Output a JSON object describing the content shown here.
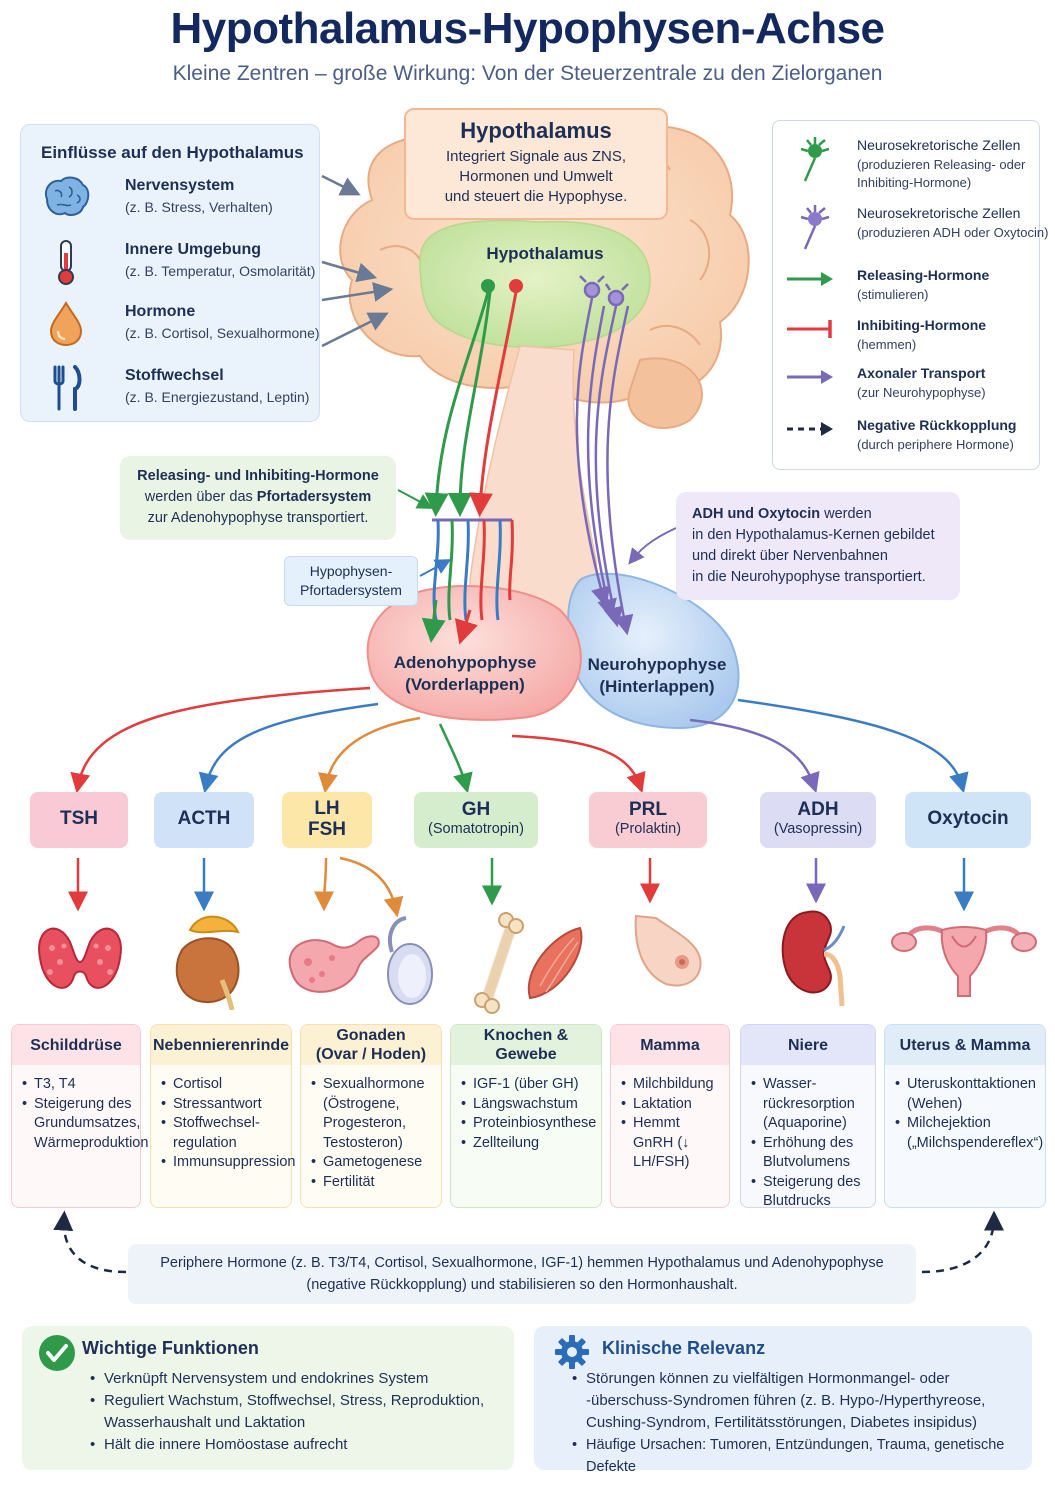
{
  "header": {
    "title": "Hypothalamus-Hypophysen-Achse",
    "subtitle": "Kleine Zentren – große Wirkung: Von der Steuerzentrale zu den Zielorganen"
  },
  "influences": {
    "title": "Einflüsse auf den Hypothalamus",
    "items": [
      {
        "label": "Nervensystem",
        "detail": "(z. B. Stress, Verhalten)",
        "icon": "brain-icon"
      },
      {
        "label": "Innere Umgebung",
        "detail": "(z. B. Temperatur, Osmolarität)",
        "icon": "thermometer-icon"
      },
      {
        "label": "Hormone",
        "detail": "(z. B. Cortisol, Sexualhormone)",
        "icon": "droplet-icon"
      },
      {
        "label": "Stoffwechsel",
        "detail": "(z. B. Energiezustand, Leptin)",
        "icon": "fork-knife-icon"
      }
    ]
  },
  "hypothalamus_box": {
    "title": "Hypothalamus",
    "description_lines": [
      "Integriert Signale aus ZNS,",
      "Hormonen und Umwelt",
      "und steuert die Hypophyse."
    ]
  },
  "brain_label": "Hypothalamus",
  "legend": {
    "items": [
      {
        "label": "Neurosekretorische Zellen",
        "detail": "(produzieren Releasing- oder",
        "detail2": "Inhibiting-Hormone)",
        "icon": "green-neuron-icon"
      },
      {
        "label": "Neurosekretorische Zellen",
        "detail": "(produzieren ADH oder Oxytocin)",
        "icon": "purple-neuron-icon"
      },
      {
        "label": "Releasing-Hormone",
        "detail": "(stimulieren)",
        "icon": "green-arrow-icon"
      },
      {
        "label": "Inhibiting-Hormone",
        "detail": "(hemmen)",
        "icon": "red-inhibit-icon"
      },
      {
        "label": "Axonaler Transport",
        "detail": "(zur Neurohypophyse)",
        "icon": "purple-arrow-icon"
      },
      {
        "label": "Negative Rückkopplung",
        "detail": "(durch periphere Hormone)",
        "icon": "dashed-arrow-icon"
      }
    ]
  },
  "notes": {
    "portal": {
      "line1": "Releasing- und Inhibiting-Hormone",
      "line2_pre": "werden über das ",
      "line2_bold": "Pfortadersystem",
      "line3": "zur Adenohypophyse transportiert."
    },
    "portal_label": {
      "line1": "Hypophysen-",
      "line2": "Pfortadersystem"
    },
    "posterior": {
      "line1_bold": "ADH und Oxytocin",
      "line1_rest": " werden",
      "line2": "in den Hypothalamus-Kernen gebildet",
      "line3": "und direkt über Nervenbahnen",
      "line4": "in die Neurohypophyse transportiert."
    }
  },
  "glands": {
    "anterior": {
      "line1": "Adenohypophyse",
      "line2": "(Vorderlappen)"
    },
    "posterior": {
      "line1": "Neurohypophyse",
      "line2": "(Hinterlappen)"
    }
  },
  "hormones": [
    {
      "name": "TSH",
      "sub": "",
      "color": "#f9c9d6"
    },
    {
      "name": "ACTH",
      "sub": "",
      "color": "#cfe2f7"
    },
    {
      "name": "LH",
      "name2": "FSH",
      "sub": "",
      "color": "#fde7a8"
    },
    {
      "name": "GH",
      "sub": "(Somatotropin)",
      "color": "#d5edcd"
    },
    {
      "name": "PRL",
      "sub": "(Prolaktin)",
      "color": "#f9ccd4"
    },
    {
      "name": "ADH",
      "sub": "(Vasopressin)",
      "color": "#dcdcf5"
    },
    {
      "name": "Oxytocin",
      "sub": "",
      "color": "#cfe5f7"
    }
  ],
  "organs": [
    {
      "title": "Schilddrüse",
      "items": [
        "T3, T4",
        "Steigerung des Grundumsatzes, Wärmeproduktion"
      ],
      "icon": "thyroid-icon"
    },
    {
      "title": "Nebennierenrinde",
      "items": [
        "Cortisol",
        "Stressantwort",
        "Stoffwechsel-regulation",
        "Immunsuppression"
      ],
      "icon": "adrenal-icon"
    },
    {
      "title": "Gonaden",
      "title2": "(Ovar / Hoden)",
      "items": [
        "Sexualhormone (Östrogene, Progesteron, Testosteron)",
        "Gametogenese",
        "Fertilität"
      ],
      "icon": "gonads-icon"
    },
    {
      "title": "Knochen & Gewebe",
      "items": [
        "IGF-1 (über GH)",
        "Längswachstum",
        "Proteinbiosynthese",
        "Zellteilung"
      ],
      "icon": "bone-muscle-icon"
    },
    {
      "title": "Mamma",
      "items": [
        "Milchbildung",
        "Laktation",
        "Hemmt GnRH (↓ LH/FSH)"
      ],
      "icon": "breast-icon"
    },
    {
      "title": "Niere",
      "items": [
        "Wasser-rückresorption (Aquaporine)",
        "Erhöhung des Blutvolumens",
        "Steigerung des Blutdrucks"
      ],
      "icon": "kidney-icon"
    },
    {
      "title": "Uterus & Mamma",
      "items": [
        "Uteruskonttaktionen (Wehen)",
        "Milchejektion („Milchspendereflex“)"
      ],
      "icon": "uterus-icon"
    }
  ],
  "feedback": {
    "line1": "Periphere Hormone (z. B. T3/T4, Cortisol, Sexualhormone, IGF-1) hemmen Hypothalamus und Adenohypophyse",
    "line2": "(negative Rückkopplung) und stabilisieren so den Hormonhaushalt."
  },
  "functions": {
    "title": "Wichtige Funktionen",
    "items": [
      "Verknüpft Nervensystem und endokrines System",
      "Reguliert Wachstum, Stoffwechsel, Stress, Reproduktion, Wasserhaushalt und Laktation",
      "Hält die innere Homöostase aufrecht"
    ]
  },
  "clinical": {
    "title": "Klinische Relevanz",
    "items": [
      "Störungen können zu vielfältigen Hormonmangel- oder -überschuss-Syndromen führen (z. B. Hypo-/Hyperthyreose, Cushing-Syndrom, Fertilitätsstörungen, Diabetes insipidus)",
      "Häufige Ursachen: Tumoren, Entzündungen, Trauma, genetische Defekte"
    ]
  },
  "colors": {
    "green": "#2e9a4a",
    "red": "#e23b3b",
    "purple": "#7a68b8",
    "blue": "#3a7cc4",
    "orange": "#e08a3c",
    "title": "#12285e"
  }
}
